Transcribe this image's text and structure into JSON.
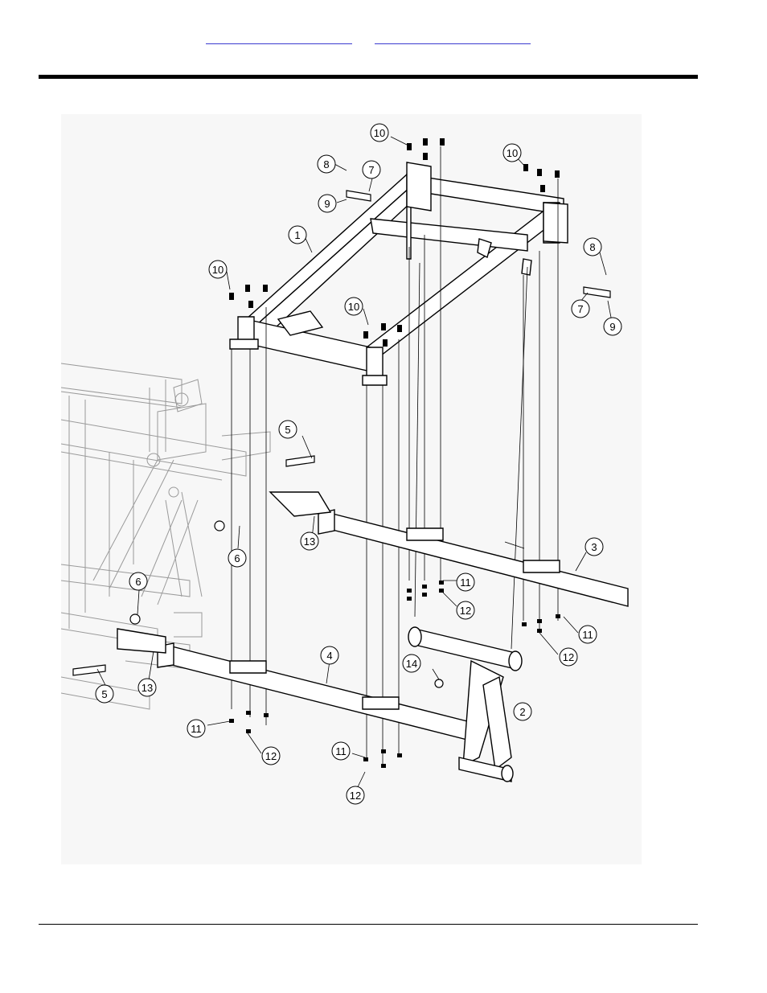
{
  "header": {
    "links": [
      {
        "label": ""
      },
      {
        "label": ""
      }
    ]
  },
  "diagram": {
    "callouts": [
      "1",
      "2",
      "3",
      "4",
      "5",
      "6",
      "7",
      "8",
      "9",
      "10",
      "11",
      "12",
      "13",
      "14"
    ],
    "colors": {
      "line": "#000000",
      "ghost": "#9a9a9a",
      "background": "#f7f7f7"
    }
  }
}
